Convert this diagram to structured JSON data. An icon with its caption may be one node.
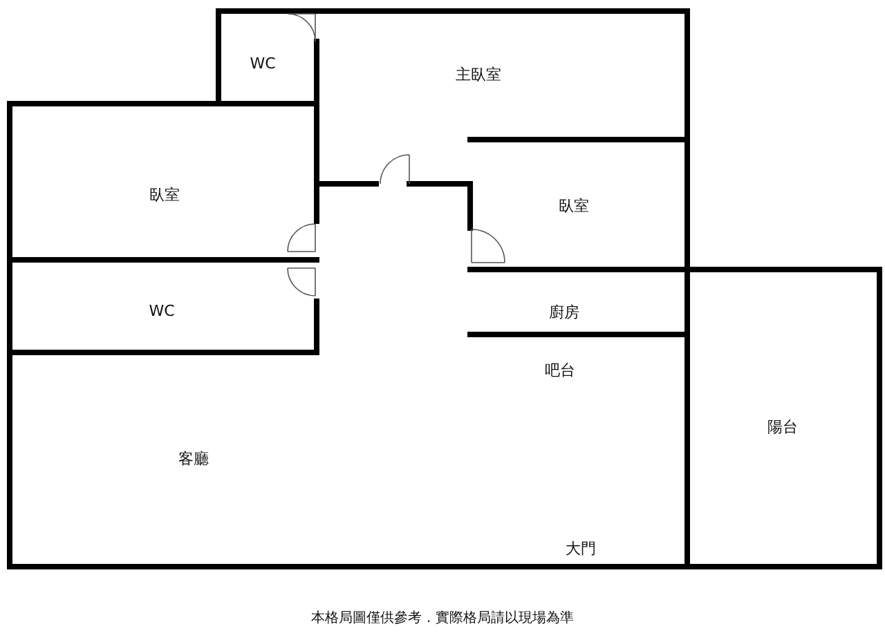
{
  "diagram": {
    "caption": "本格局圖僅供參考．實際格局請以現場為準",
    "labels": [
      "WC",
      "主臥室",
      "臥室",
      "臥室",
      "WC",
      "廚房",
      "吧台",
      "陽台",
      "客廳",
      "大門"
    ]
  }
}
